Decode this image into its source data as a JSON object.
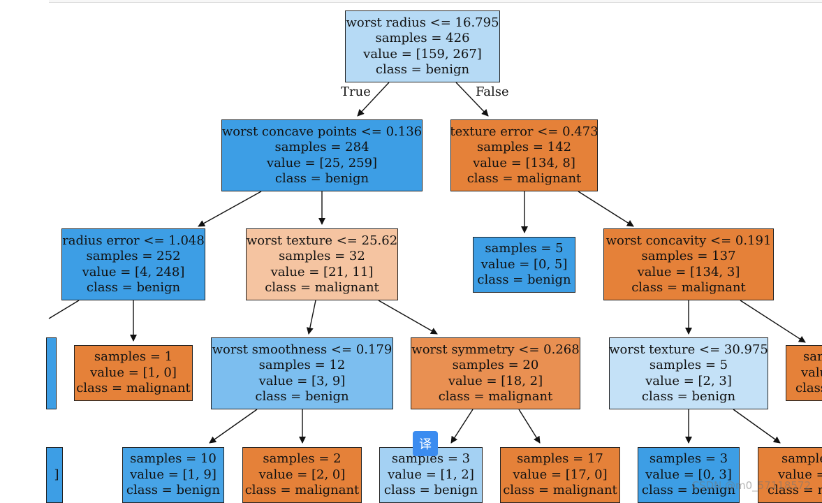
{
  "colors": {
    "blue_dark": "#3d9ee5",
    "blue_mid": "#7cbeef",
    "blue_light": "#b6daf5",
    "blue_pale": "#c4e1f7",
    "blue_soft": "#a4d1f3",
    "orange_dark": "#e58139",
    "orange_mid": "#e99052",
    "orange_light": "#f5c4a1"
  },
  "nodes": {
    "root": [
      "worst radius <= 16.795",
      "samples = 426",
      "value = [159, 267]",
      "class = benign"
    ],
    "n1": [
      "worst concave points <= 0.136",
      "samples = 284",
      "value = [25, 259]",
      "class = benign"
    ],
    "n2": [
      "texture error <= 0.473",
      "samples = 142",
      "value = [134, 8]",
      "class = malignant"
    ],
    "n3": [
      "radius error <= 1.048",
      "samples = 252",
      "value = [4, 248]",
      "class = benign"
    ],
    "n4": [
      "worst texture <= 25.62",
      "samples = 32",
      "value = [21, 11]",
      "class = malignant"
    ],
    "n5": [
      "samples = 5",
      "value = [0, 5]",
      "class = benign"
    ],
    "n6": [
      "worst concavity <= 0.191",
      "samples = 137",
      "value = [134, 3]",
      "class = malignant"
    ],
    "n7": [
      "samples = 1",
      "value = [1, 0]",
      "class = malignant"
    ],
    "n8": [
      "worst smoothness <= 0.179",
      "samples = 12",
      "value = [3, 9]",
      "class = benign"
    ],
    "n9": [
      "worst symmetry <= 0.268",
      "samples = 20",
      "value = [18, 2]",
      "class = malignant"
    ],
    "n10": [
      "worst texture <= 30.975",
      "samples = 5",
      "value = [2, 3]",
      "class = benign"
    ],
    "n11": [
      "san",
      "valu",
      "class"
    ],
    "n12": [
      "samples = 10",
      "value = [1, 9]",
      "class = benign"
    ],
    "n13": [
      "samples = 2",
      "value = [2, 0]",
      "class = malignant"
    ],
    "n14": [
      "samples = 3",
      "value = [1, 2]",
      "class = benign"
    ],
    "n15": [
      "samples = 17",
      "value = [17, 0]",
      "class = malignant"
    ],
    "n16": [
      "samples = 3",
      "value = [0, 3]",
      "class = benign"
    ],
    "n17": [
      "sample",
      "value =",
      "class = m"
    ],
    "stub_a": [
      "]"
    ]
  },
  "edge_labels": {
    "true": "True",
    "false": "False"
  },
  "overlay": {
    "translate": "译",
    "watermark": "CSDN @m0_57118572"
  }
}
